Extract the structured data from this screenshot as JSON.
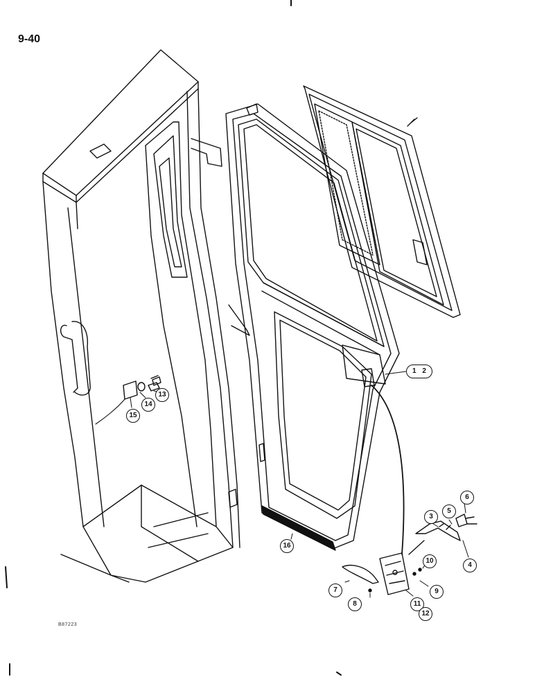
{
  "page_label": "9-40",
  "ref_code": "B87223",
  "callouts": {
    "c1_2": "1 2",
    "c3": "3",
    "c4": "4",
    "c5": "5",
    "c6": "6",
    "c7": "7",
    "c8": "8",
    "c9": "9",
    "c10": "10",
    "c11": "11",
    "c12": "12",
    "c13": "13",
    "c14": "14",
    "c15": "15",
    "c16": "16"
  }
}
